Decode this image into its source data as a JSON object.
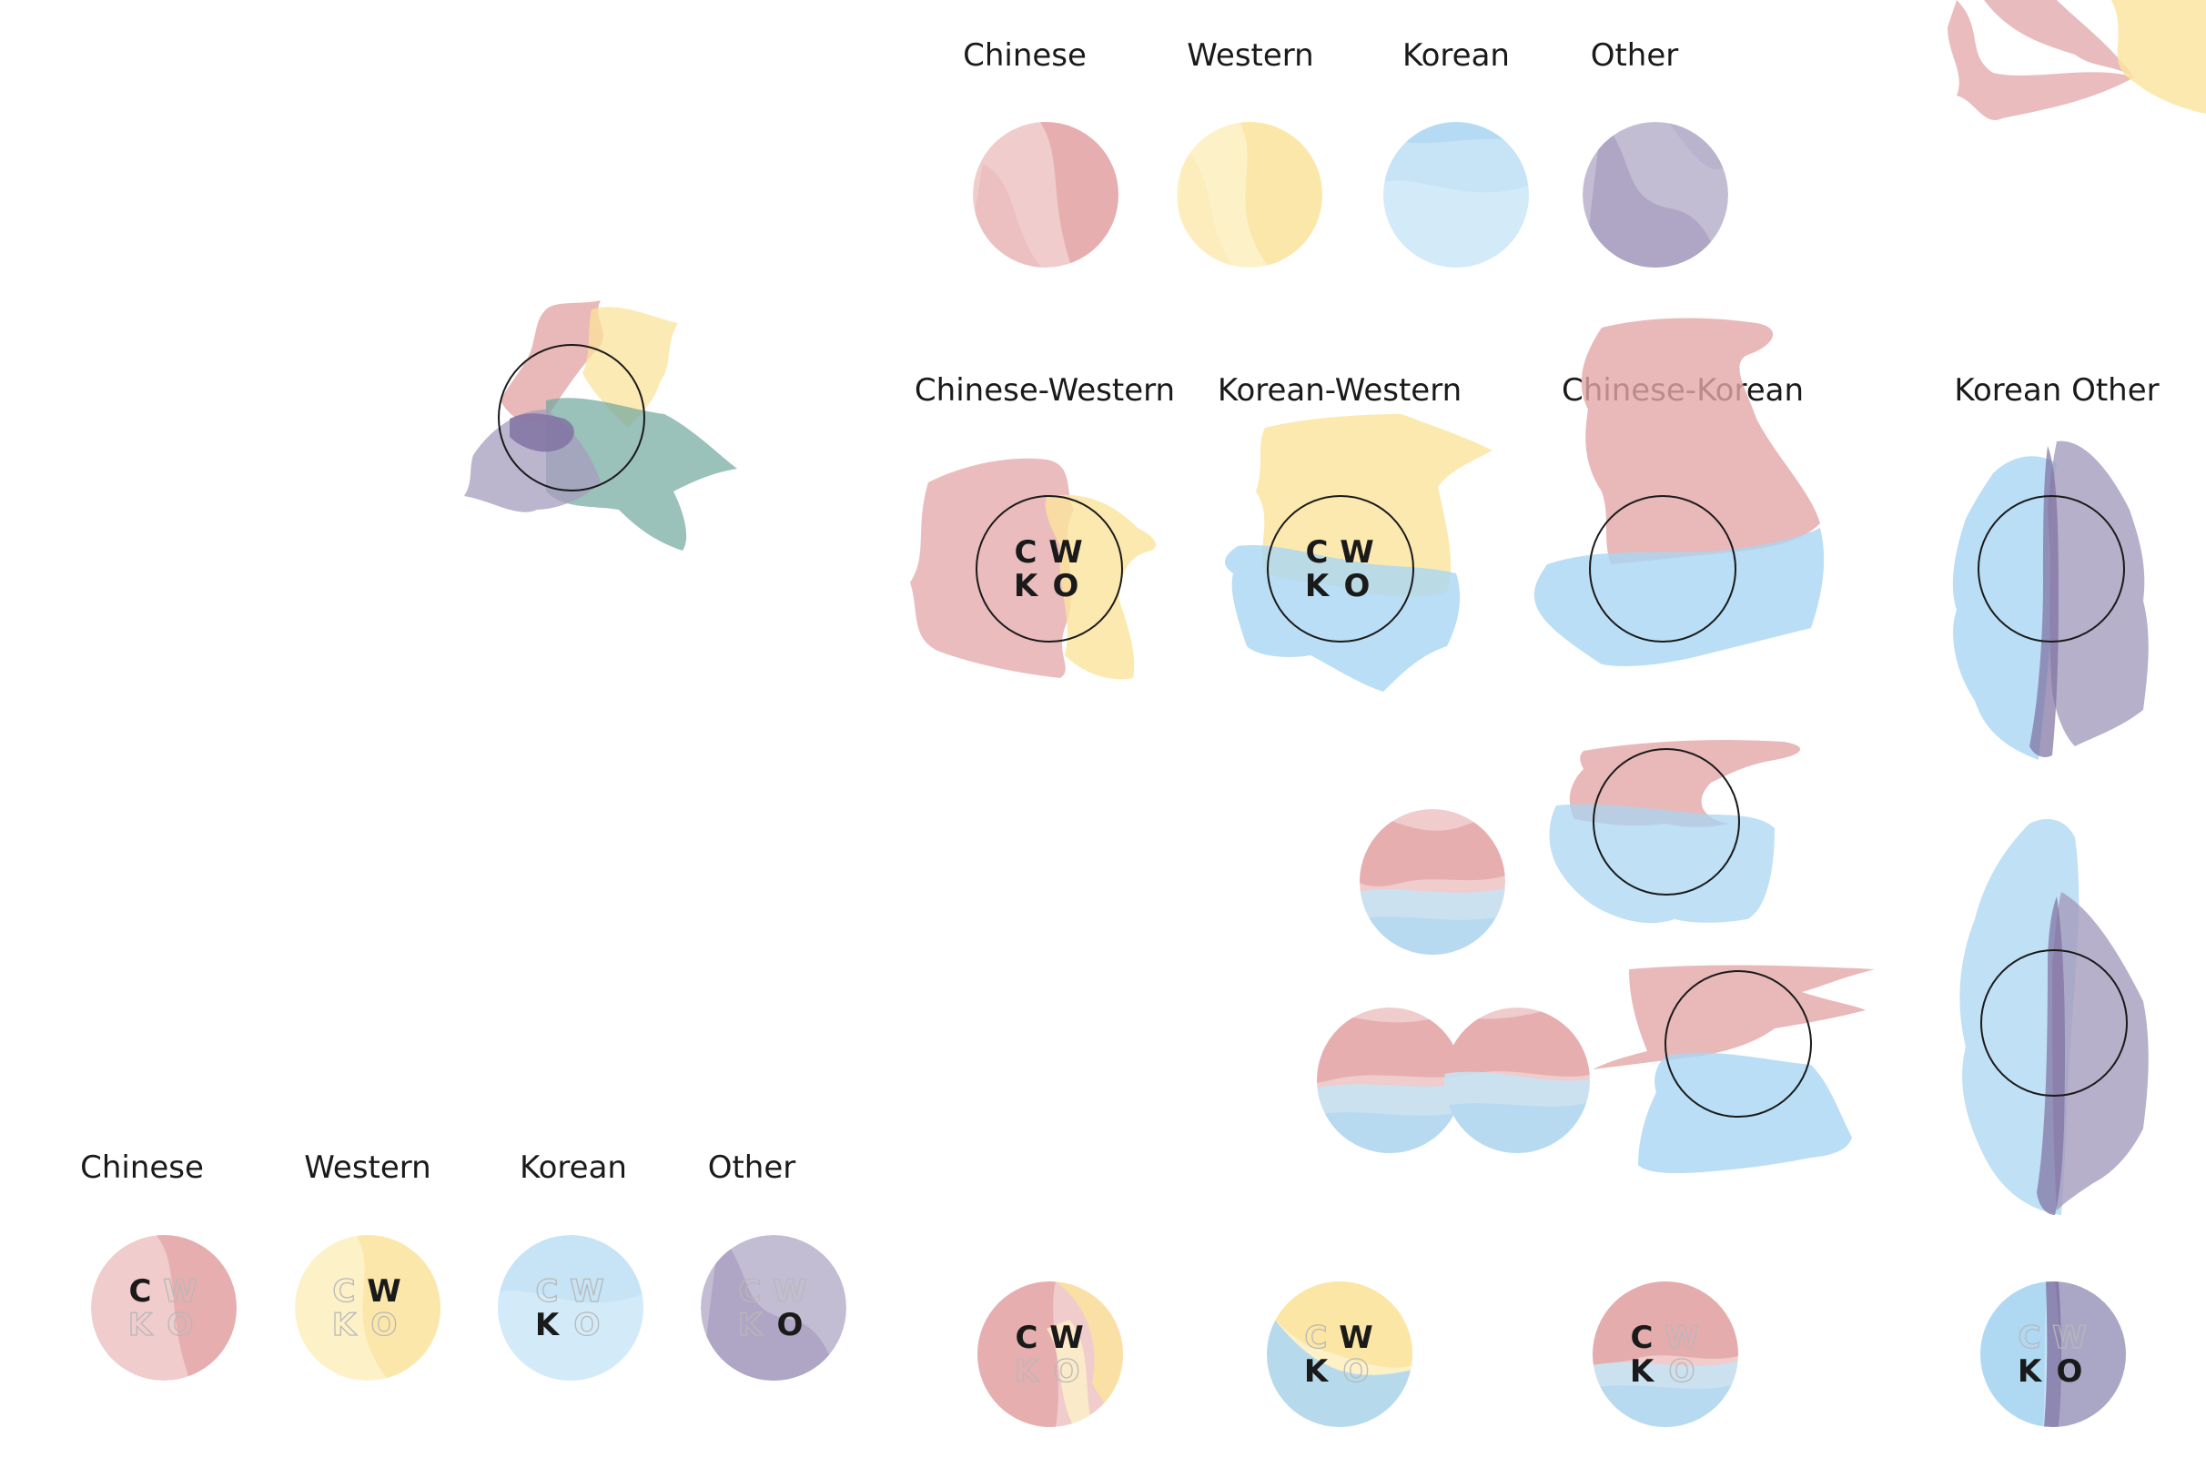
{
  "colors": {
    "chinese": "#e3a6a8",
    "western": "#fbe39c",
    "korean": "#a9d6f2",
    "other": "#a59cbd",
    "teal": "#6fa79c",
    "outline": "#1a1a1a",
    "letter_on": "#1a1a1a",
    "letter_off": "#b8b8b8"
  },
  "top_legend": {
    "chinese": "Chinese",
    "western": "Western",
    "korean": "Korean",
    "other": "Other"
  },
  "bottom_legend": {
    "chinese": "Chinese",
    "western": "Western",
    "korean": "Korean",
    "other": "Other"
  },
  "pair_labels": {
    "chinese_western": "Chinese-Western",
    "korean_western": "Korean-Western",
    "chinese_korean": "Chinese-Korean",
    "korean_other": "Korean Other"
  },
  "letters": {
    "c": "C",
    "w": "W",
    "k": "K",
    "o": "O"
  }
}
